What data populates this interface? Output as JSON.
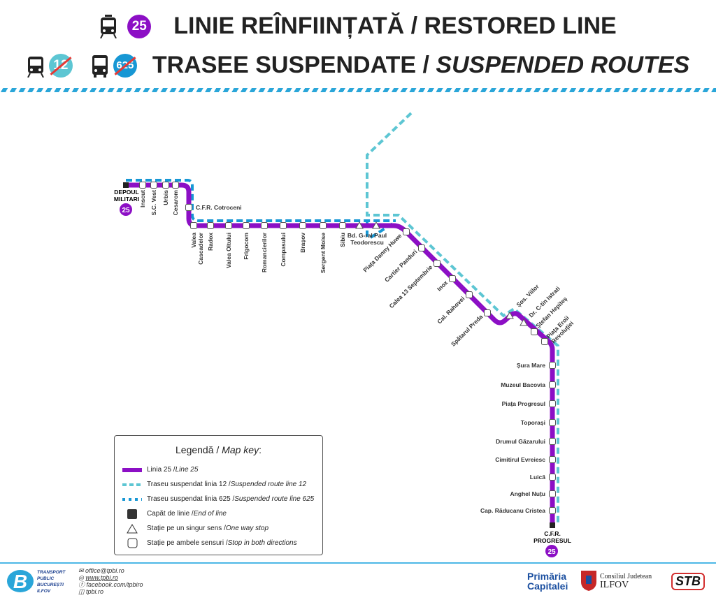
{
  "header": {
    "line1_badge": "25",
    "line1_title": "LINIE REÎNFIINȚATĂ / RESTORED LINE",
    "badge_12": "12",
    "badge_625": "625",
    "line2_title_ro": "TRASEE SUSPENDATE / ",
    "line2_title_en": "SUSPENDED ROUTES"
  },
  "colors": {
    "line25": "#8c0fc5",
    "route12": "#5dc6d3",
    "route625": "#1797d4"
  },
  "termini": {
    "start": "DEPOUL\nMILITARI",
    "end": "C.F.R.\nPROGRESUL",
    "badge": "25"
  },
  "stations_top": [
    "Inscut",
    "S.C. Vest",
    "Urbis",
    "Cesarom"
  ],
  "station_cotroceni": "C.F.R. Cotroceni",
  "stations_horizontal": [
    "Valea\nCascadelor",
    "Radox",
    "Valea Oltului",
    "Frigocom",
    "Romancierilor",
    "Compasului",
    "Brașov",
    "Sergent Moise",
    "Sibiu"
  ],
  "station_teodorescu": "Bd. G-ral Paul\nTeodorescu",
  "stations_diagonal": [
    "Piața Danny Huwe",
    "Cartier Panduri",
    "Calea 13 Septembrie",
    "Inox",
    "Cal. Rahovei",
    "Spătarul Preda"
  ],
  "stations_diagonal2": [
    "Șos. Viilor",
    "Dr. C-tin Istrati",
    "Ștefan Hepiteș",
    "Piața Eroii\nRevoluției"
  ],
  "stations_vertical": [
    "Șura Mare",
    "Muzeul Bacovia",
    "Piața Progresul",
    "Toporași",
    "Drumul Găzarului",
    "Cimitirul Evreiesc",
    "Luică",
    "Anghel Nuțu",
    "Cap. Răducanu Cristea"
  ],
  "legend": {
    "title_ro": "Legendă / ",
    "title_en": "Map key",
    "items": [
      {
        "ro": "Linia 25 / ",
        "en": "Line 25"
      },
      {
        "ro": "Traseu suspendat linia 12 / ",
        "en": "Suspended route line 12"
      },
      {
        "ro": "Traseu suspendat linia 625 / ",
        "en": "Suspended route line 625"
      },
      {
        "ro": "Capăt de linie / ",
        "en": "End of line"
      },
      {
        "ro": "Stație pe un singur sens / ",
        "en": "One way stop"
      },
      {
        "ro": "Stație pe ambele sensuri / ",
        "en": "Stop in both directions"
      }
    ]
  },
  "footer": {
    "logo_text": "TRANSPORT PUBLIC BUCUREȘTI ILFOV",
    "email": "office@tpbi.ro",
    "web": "www.tpbi.ro",
    "facebook": "facebook.com/tpbiro",
    "instagram": "tpbi.ro",
    "primaria": "Primăria Capitalei",
    "consiliu_1": "Consiliul Judetean",
    "consiliu_2": "ILFOV",
    "stb": "STB"
  }
}
